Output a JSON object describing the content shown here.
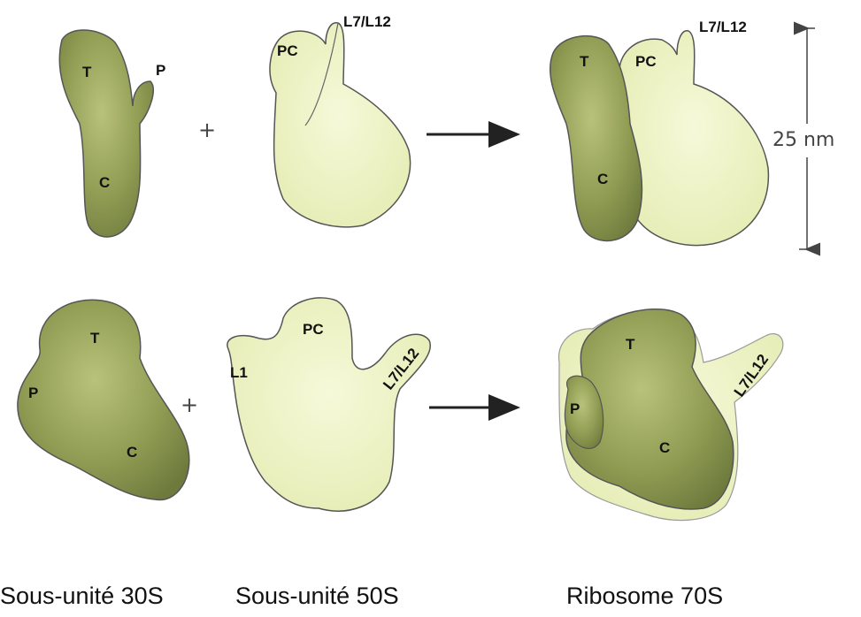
{
  "colors": {
    "small_subunit": "#9aa65a",
    "large_subunit": "#eef3c6",
    "arrow": "#222222"
  },
  "top_row": {
    "s30": {
      "T": "T",
      "P": "P",
      "C": "C"
    },
    "plus": "+",
    "s50": {
      "PC": "PC",
      "L7L12": "L7/L12"
    },
    "s70": {
      "T": "T",
      "PC": "PC",
      "L7L12": "L7/L12",
      "C": "C"
    },
    "scale_label": "25 nm"
  },
  "bottom_row": {
    "s30": {
      "T": "T",
      "P": "P",
      "C": "C"
    },
    "plus": "+",
    "s50": {
      "PC": "PC",
      "L1": "L1",
      "L7L12": "L7/L12"
    },
    "s70": {
      "T": "T",
      "P": "P",
      "C": "C",
      "L7L12": "L7/L12"
    }
  },
  "captions": {
    "s30": "Sous-unité 30S",
    "s50": "Sous-unité 50S",
    "s70": "Ribosome 70S"
  }
}
